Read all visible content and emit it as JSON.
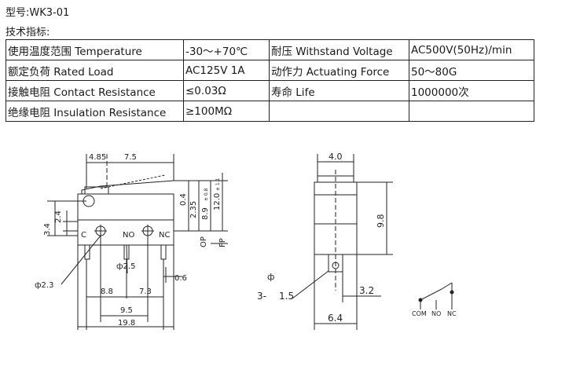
{
  "model_line": "型号:WK3-01",
  "spec_heading": "技术指标:",
  "spec_table": [
    [
      "使用温度范围 Temperature",
      "-30～+70℃",
      "耐压 Withstand Voltage",
      "AC500V(50Hz)/min"
    ],
    [
      "额定负荷 Rated Load",
      "AC125V 1A",
      "动作力 Actuating Force",
      "50～80G"
    ],
    [
      "接触电阻 Contact Resistance",
      "≤0.03Ω",
      "寿命 Life",
      "1000000次"
    ],
    [
      "绝缘电阻 Insulation Resistance",
      "≥100MΩ",
      "",
      ""
    ]
  ],
  "drawing": {
    "dim_4_85": "4.85",
    "dim_7_5": "7.5",
    "dim_2_4": "2.4",
    "dim_3_4": "3.4",
    "dim_0_4": "0.4",
    "dim_2_35": "2.35",
    "dim_8_9": "8.9",
    "tol_8_9": "± 0.8",
    "dim_12_0": "12.0",
    "tol_12_0": "± 1.1",
    "label_op": "OP",
    "label_fp": "FP",
    "term_c": "C",
    "term_no": "NO",
    "term_nc": "NC",
    "dia_2_5": "ф2.5",
    "dia_2_3": "ф2.3",
    "dim_0_6": "0.6",
    "dim_8_8": "8.8",
    "dim_7_3": "7.3",
    "dim_9_5": "9.5",
    "dim_19_8": "19.8",
    "dim_4_0": "4.0",
    "dim_9_8": "9.8",
    "phi": "ф",
    "hole_count": "3-",
    "hole_dia": "1.5",
    "dim_3_2": "3.2",
    "dim_6_4": "6.4",
    "sch_com": "COM",
    "sch_no": "NO",
    "sch_nc": "NC"
  }
}
